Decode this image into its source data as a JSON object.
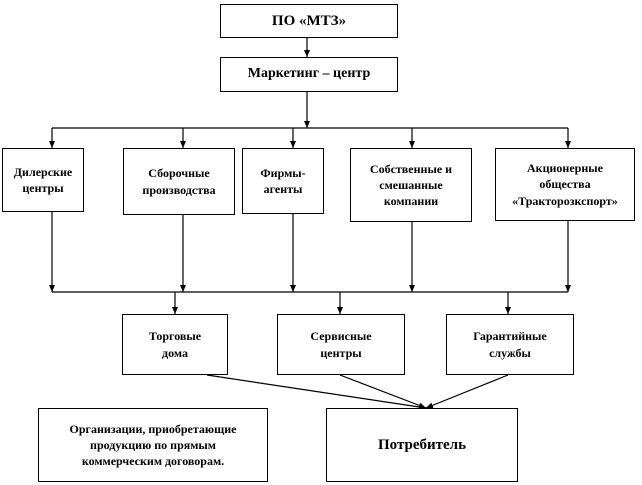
{
  "diagram": {
    "top": {
      "label": "ПО «МТЗ»"
    },
    "marketing": {
      "label": "Маркетинг – центр"
    },
    "row1": [
      {
        "id": "dealers",
        "label": "Дилерские\nцентры"
      },
      {
        "id": "assembly",
        "label": "Сборочные\nпроизводства"
      },
      {
        "id": "agents",
        "label": "Фирмы-\nагенты"
      },
      {
        "id": "own",
        "label": "Собственные и\nсмешанные\nкомпании"
      },
      {
        "id": "joint",
        "label": "Акционерные\nобщества\n«Тракторозкспорт»"
      }
    ],
    "row2": [
      {
        "id": "trade",
        "label": "Торговые\nдома"
      },
      {
        "id": "service",
        "label": "Сервисные\nцентры"
      },
      {
        "id": "warranty",
        "label": "Гарантийные\nслужбы"
      }
    ],
    "orgs": {
      "label": "Организации, приобретающие\nпродукцию по прямым\nкоммерческим договорам."
    },
    "consumer": {
      "label": "Потребитель"
    }
  }
}
